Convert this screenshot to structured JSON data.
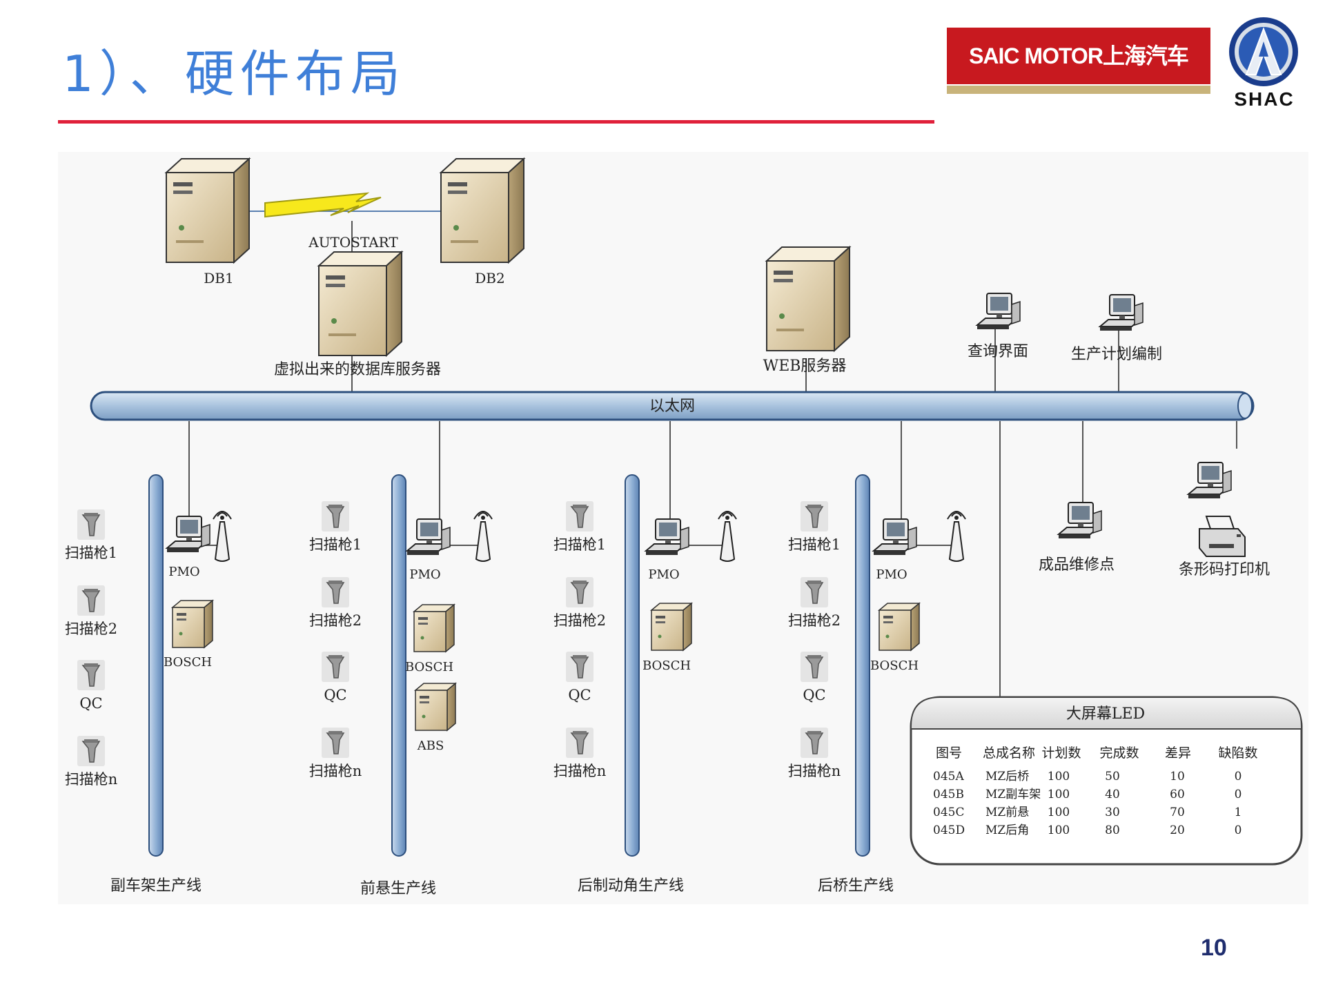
{
  "title": "1）、硬件布局",
  "brand": {
    "company": "SAIC MOTOR上海汽车",
    "logo_text": "SHAC",
    "colors": {
      "banner": "#c8191f",
      "accent_bar": "#c8b37a",
      "title": "#3f7fd8",
      "rule": "#e0203a"
    }
  },
  "page_number": "10",
  "diagram": {
    "db1": "DB1",
    "db2": "DB2",
    "autostart": "AUTOSTART",
    "virtual_db": "虚拟出来的数据库服务器",
    "web_server": "WEB服务器",
    "query": "查询界面",
    "planning": "生产计划编制",
    "ethernet": "以太网",
    "repair": "成品维修点",
    "barcode": "条形码打印机",
    "lines": [
      {
        "name": "副车架生产线",
        "scanners": [
          "扫描枪1",
          "扫描枪2",
          "QC",
          "扫描枪n"
        ],
        "devices": [
          "PMO",
          "BOSCH"
        ]
      },
      {
        "name": "前悬生产线",
        "scanners": [
          "扫描枪1",
          "扫描枪2",
          "QC",
          "扫描枪n"
        ],
        "devices": [
          "PMO",
          "BOSCH",
          "ABS"
        ]
      },
      {
        "name": "后制动角生产线",
        "scanners": [
          "扫描枪1",
          "扫描枪2",
          "QC",
          "扫描枪n"
        ],
        "devices": [
          "PMO",
          "BOSCH"
        ]
      },
      {
        "name": "后桥生产线",
        "scanners": [
          "扫描枪1",
          "扫描枪2",
          "QC",
          "扫描枪n"
        ],
        "devices": [
          "PMO",
          "BOSCH"
        ]
      }
    ],
    "led": {
      "title": "大屏幕LED",
      "headers": [
        "图号",
        "总成名称",
        "计划数",
        "完成数",
        "差异",
        "缺陷数"
      ],
      "rows": [
        [
          "045A",
          "MZ后桥",
          "100",
          "50",
          "10",
          "0"
        ],
        [
          "045B",
          "MZ副车架",
          "100",
          "40",
          "60",
          "0"
        ],
        [
          "045C",
          "MZ前悬",
          "100",
          "30",
          "70",
          "1"
        ],
        [
          "045D",
          "MZ后角",
          "100",
          "80",
          "20",
          "0"
        ]
      ]
    }
  }
}
